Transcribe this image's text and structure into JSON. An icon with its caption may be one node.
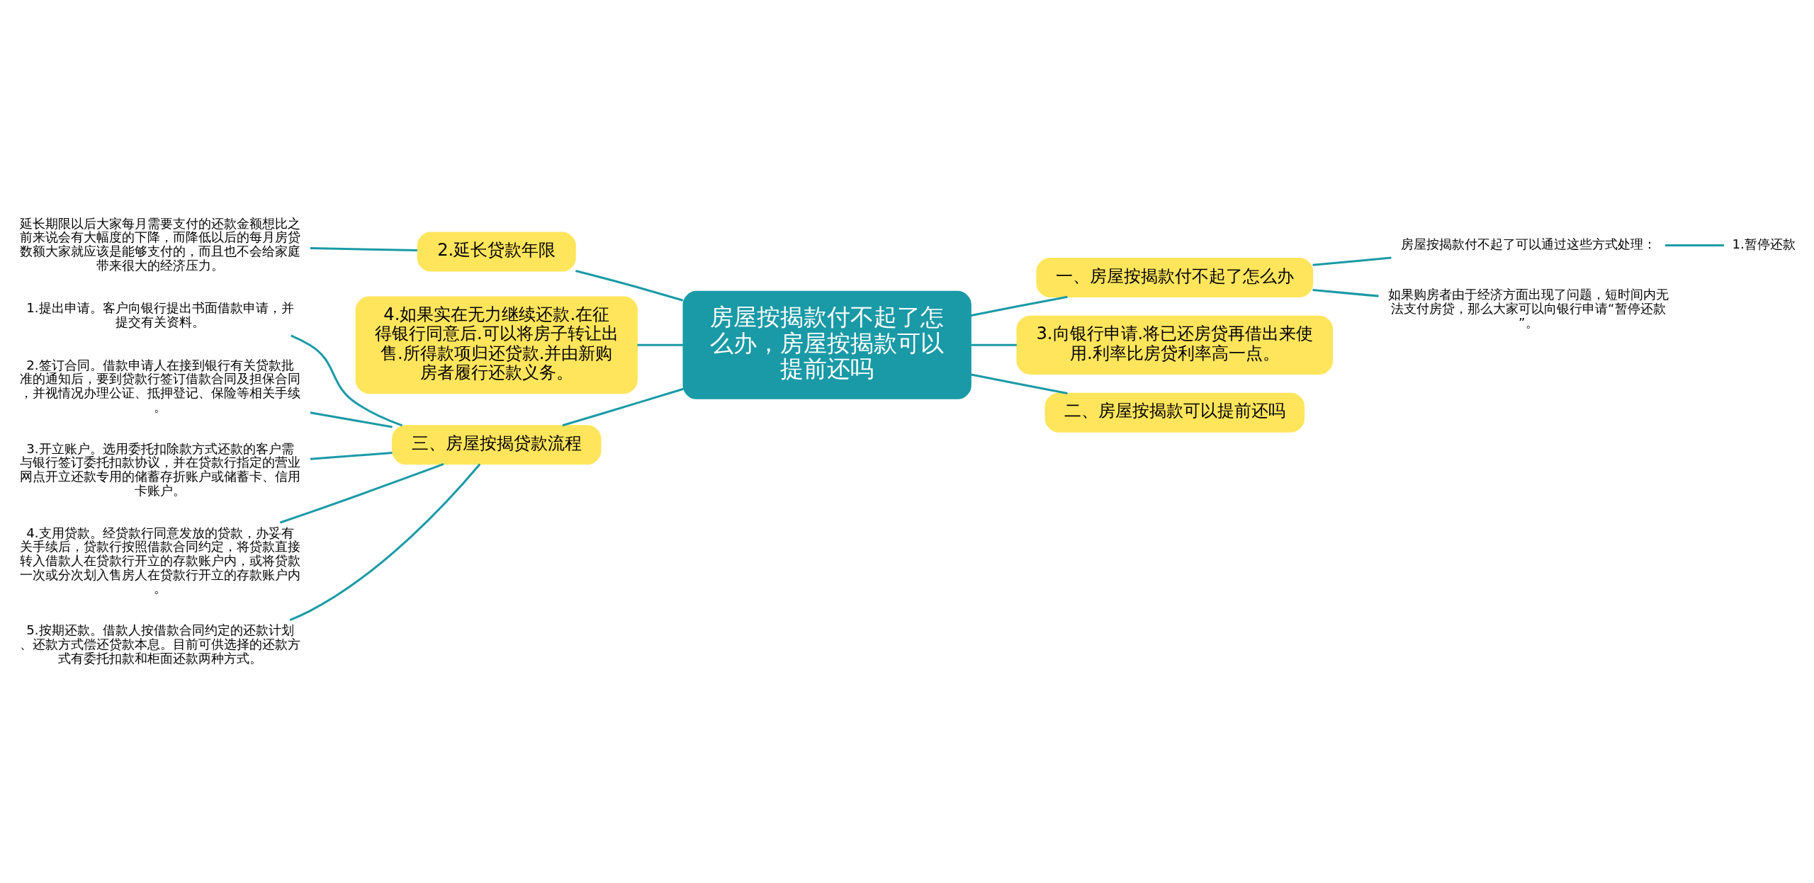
{
  "diagram": {
    "nodes": [
      {
        "text": [
          "房屋按揭款付不起了怎么办，房屋按揭款可以提前还吗"
        ]
      },
      {
        "text": [
          "2.延长贷款年限"
        ]
      },
      {
        "text": [
          "延长期限以后大家每月需要支付的还款金额想比之前来说会有大幅度的下降，而降低以后的每月房贷数额大家就应该是能够支付的，而且也不会给家庭带来很大的经济压力。"
        ]
      },
      {
        "text": [
          "4.如果实在无力继续还款.在征得银行同意后.可以将房子转让出售.所得款项归还贷款.并由新购房者履行还款义务。"
        ]
      },
      {
        "text": [
          "一、房屋按揭款付不起了怎么办"
        ]
      },
      {
        "text": [
          "房屋按揭款付不起了可以通过这些方式处理："
        ]
      },
      {
        "text": [
          "1.暂停还款"
        ]
      },
      {
        "text": [
          "如果购房者由于经济方面出现了问题，短时间内无法支付房贷，那么大家可以向银行申请“暂停还款”。"
        ]
      },
      {
        "text": [
          "3.向银行申请.将已还房贷再借出来使用.利率比房贷利率高一点。"
        ]
      },
      {
        "text": [
          "二、房屋按揭款可以提前还吗"
        ]
      },
      {
        "text": [
          "三、房屋按揭贷款流程"
        ]
      },
      {
        "text": [
          "1.提出申请。客户向银行提出书面借款申请，并提交有关资料。"
        ]
      },
      {
        "text": [
          "2.签订合同。借款申请人在接到银行有关贷款批准的通知后，要到贷款行签订借款合同及担保合同，并视情况办理公证、抵押登记、保险等相关手续。"
        ]
      },
      {
        "text": [
          "3.开立账户。选用委托扣除款方式还款的客户需与银行签订委托扣款协议，并在贷款行指定的营业网点开立还款专用的储蓄存折账户或储蓄卡、信用卡账户。"
        ]
      },
      {
        "text": [
          "4.支用贷款。经贷款行同意发放的贷款，办妥有关手续后，贷款行按照借款合同约定，将贷款直接转入借款人在贷款行开立的存款账户内，或将贷款一次或分次划入售房人在贷款行开立的存款账户内。"
        ]
      },
      {
        "text": [
          "5.按期还款。借款人按借款合同约定的还款计划、还款方式偿还贷款本息。目前可供选择的还款方式有委托扣款和柜面还款两种方式。"
        ]
      }
    ],
    "edges": [
      {
        "from": 0,
        "to": 1,
        "arrow": "none"
      },
      {
        "from": 1,
        "to": 2,
        "arrow": "none"
      },
      {
        "from": 0,
        "to": 3,
        "arrow": "none"
      },
      {
        "from": 0,
        "to": 4,
        "arrow": "none"
      },
      {
        "from": 4,
        "to": 5,
        "arrow": "none"
      },
      {
        "from": 5,
        "to": 6,
        "arrow": "none"
      },
      {
        "from": 4,
        "to": 7,
        "arrow": "none"
      },
      {
        "from": 0,
        "to": 8,
        "arrow": "none"
      },
      {
        "from": 0,
        "to": 9,
        "arrow": "none"
      },
      {
        "from": 0,
        "to": 10,
        "arrow": "none"
      },
      {
        "from": 10,
        "to": 11,
        "arrow": "none"
      },
      {
        "from": 10,
        "to": 12,
        "arrow": "none"
      },
      {
        "from": 10,
        "to": 13,
        "arrow": "none"
      },
      {
        "from": 10,
        "to": 14,
        "arrow": "none"
      },
      {
        "from": 10,
        "to": 15,
        "arrow": "none"
      }
    ]
  }
}
